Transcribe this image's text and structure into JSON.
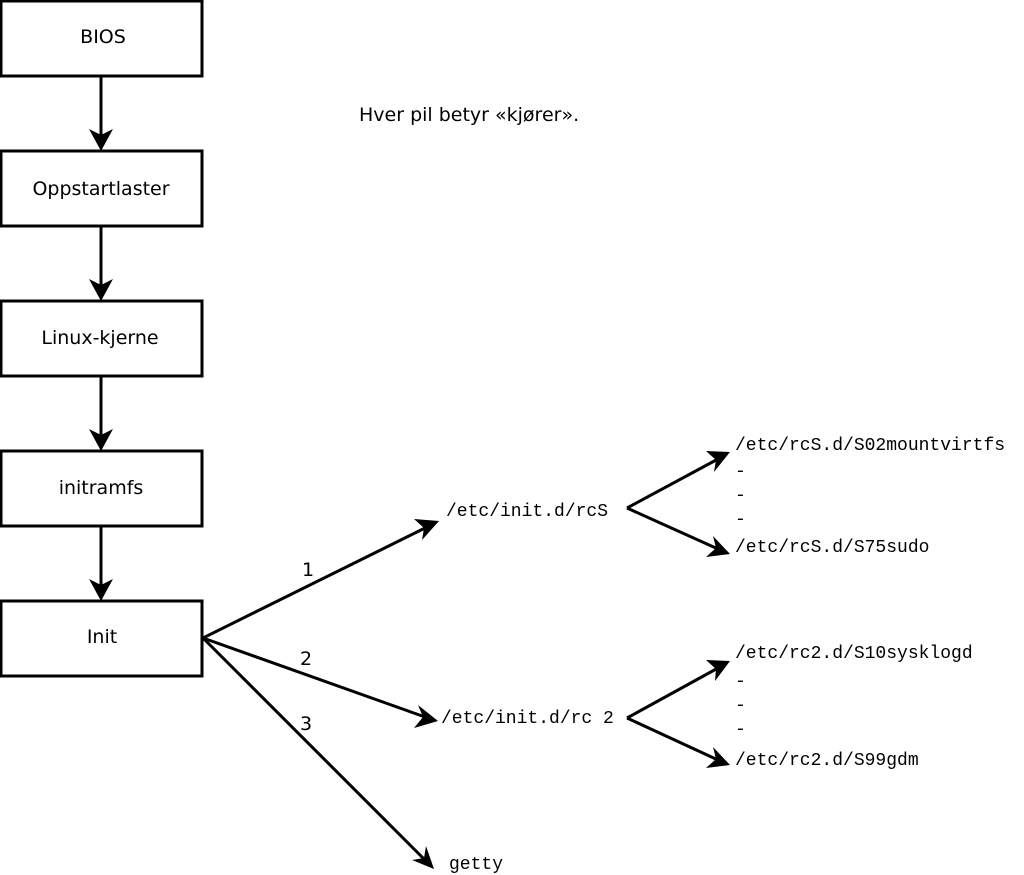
{
  "note": "Hver pil betyr «kjører».",
  "boxes": [
    {
      "label": "BIOS"
    },
    {
      "label": "Oppstartlaster"
    },
    {
      "label": "Linux-kjerne"
    },
    {
      "label": "initramfs"
    },
    {
      "label": "Init"
    }
  ],
  "branches": {
    "label_1": "1",
    "label_2": "2",
    "label_3": "3"
  },
  "targets": {
    "rcs": "/etc/init.d/rcS",
    "rc2": "/etc/init.d/rc 2",
    "getty": "getty"
  },
  "rcs_scripts": {
    "first": "/etc/rcS.d/S02mountvirtfs",
    "dots": [
      "-",
      "-",
      "-"
    ],
    "last": "/etc/rcS.d/S75sudo"
  },
  "rc2_scripts": {
    "first": "/etc/rc2.d/S10sysklogd",
    "dots": [
      "-",
      "-",
      "-"
    ],
    "last": "/etc/rc2.d/S99gdm"
  }
}
